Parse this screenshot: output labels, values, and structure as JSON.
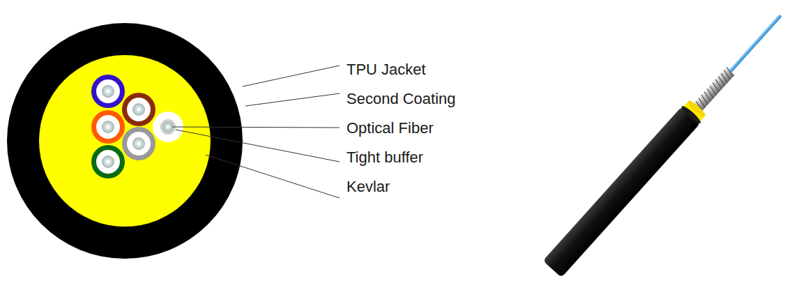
{
  "diagram": {
    "labels": [
      "TPU Jacket",
      "Second Coating",
      "Optical Fiber",
      "Tight buffer",
      "Kevlar"
    ]
  }
}
